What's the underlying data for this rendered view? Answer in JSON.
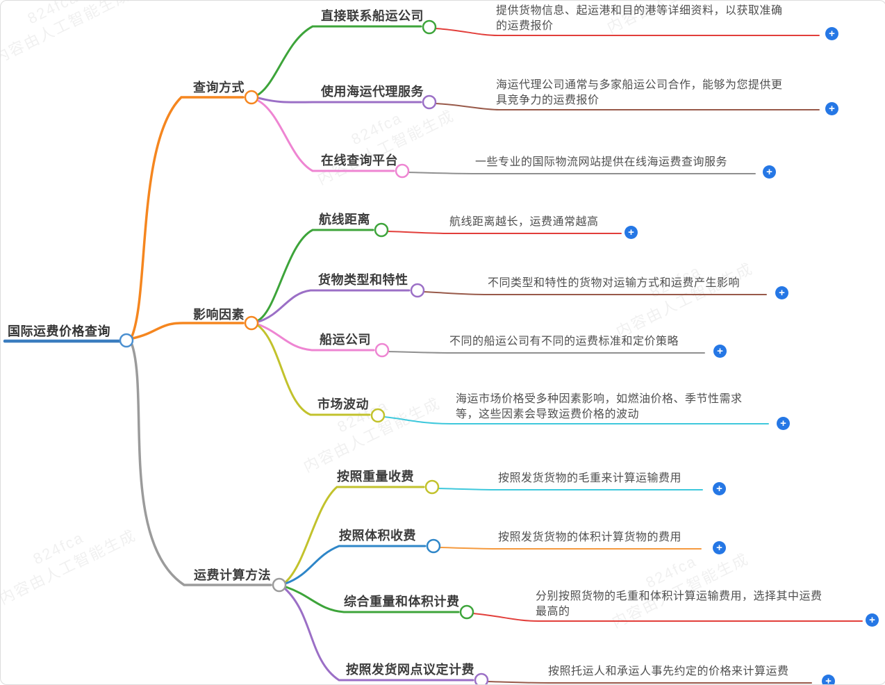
{
  "root": {
    "label": "国际运费价格查询"
  },
  "branches": [
    {
      "label": "查询方式",
      "children": [
        {
          "label": "直接联系船运公司",
          "desc": "提供货物信息、起运港和目的港等详细资料，以获取准确的运费报价"
        },
        {
          "label": "使用海运代理服务",
          "desc": "海运代理公司通常与多家船运公司合作，能够为您提供更具竞争力的运费报价"
        },
        {
          "label": "在线查询平台",
          "desc": "一些专业的国际物流网站提供在线海运费查询服务"
        }
      ]
    },
    {
      "label": "影响因素",
      "children": [
        {
          "label": "航线距离",
          "desc": "航线距离越长，运费通常越高"
        },
        {
          "label": "货物类型和特性",
          "desc": "不同类型和特性的货物对运输方式和运费产生影响"
        },
        {
          "label": "船运公司",
          "desc": "不同的船运公司有不同的运费标准和定价策略"
        },
        {
          "label": "市场波动",
          "desc": "海运市场价格受多种因素影响，如燃油价格、季节性需求等，这些因素会导致运费价格的波动"
        }
      ]
    },
    {
      "label": "运费计算方法",
      "children": [
        {
          "label": "按照重量收费",
          "desc": "按照发货货物的毛重来计算运输费用"
        },
        {
          "label": "按照体积收费",
          "desc": "按照发货货物的体积计算货物的费用"
        },
        {
          "label": "综合重量和体积计费",
          "desc": "分别按照货物的毛重和体积计算运输费用，选择其中运费最高的"
        },
        {
          "label": "按照发货网点议定计费",
          "desc": "按照托运人和承运人事先约定的价格来计算运费"
        }
      ]
    }
  ],
  "add_button": {
    "symbol": "+"
  },
  "watermark": {
    "line1": "824fca",
    "line2": "内容由人工智能生成"
  },
  "colors": {
    "root_blue": "#3B7DBF",
    "root_circle": "#4A8FD0",
    "orange": "#F5861F",
    "branch_gray": "#9B9B9B",
    "green": "#3DA43A",
    "purple": "#9B6FC6",
    "pink": "#EE85D2",
    "olive": "#C2C22C",
    "blue": "#2E86C8",
    "red": "#E23E3A",
    "brown": "#985949",
    "desc_gray": "#8F8F8F",
    "cyan": "#3EC8DC",
    "desc_orange": "#F59A3E",
    "plus_blue": "#2577E5"
  }
}
